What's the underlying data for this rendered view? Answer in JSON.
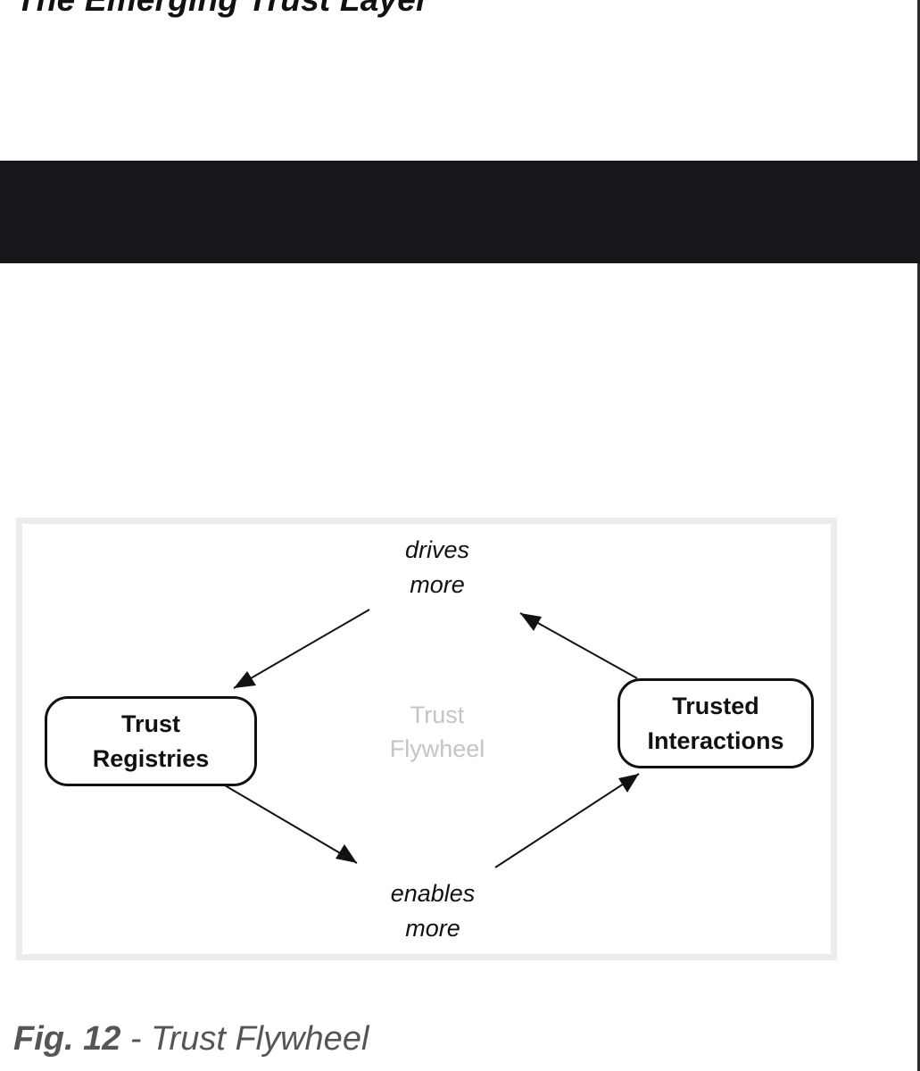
{
  "page": {
    "heading": "The Emerging Trust Layer"
  },
  "diagram": {
    "nodes": {
      "registries": {
        "line1": "Trust",
        "line2": "Registries"
      },
      "interactions": {
        "line1": "Trusted",
        "line2": "Interactions"
      }
    },
    "edge_labels": {
      "drives": {
        "line1": "drives",
        "line2": "more"
      },
      "enables": {
        "line1": "enables",
        "line2": "more"
      }
    },
    "center": {
      "line1": "Trust",
      "line2": "Flywheel"
    }
  },
  "caption": {
    "number": "Fig. 12",
    "separator": " - ",
    "text": "Trust Flywheel"
  },
  "colors": {
    "band": "#16171b",
    "ink": "#111111",
    "center_label": "#c4c4c4",
    "caption": "#555555",
    "frame": "#ececec"
  }
}
